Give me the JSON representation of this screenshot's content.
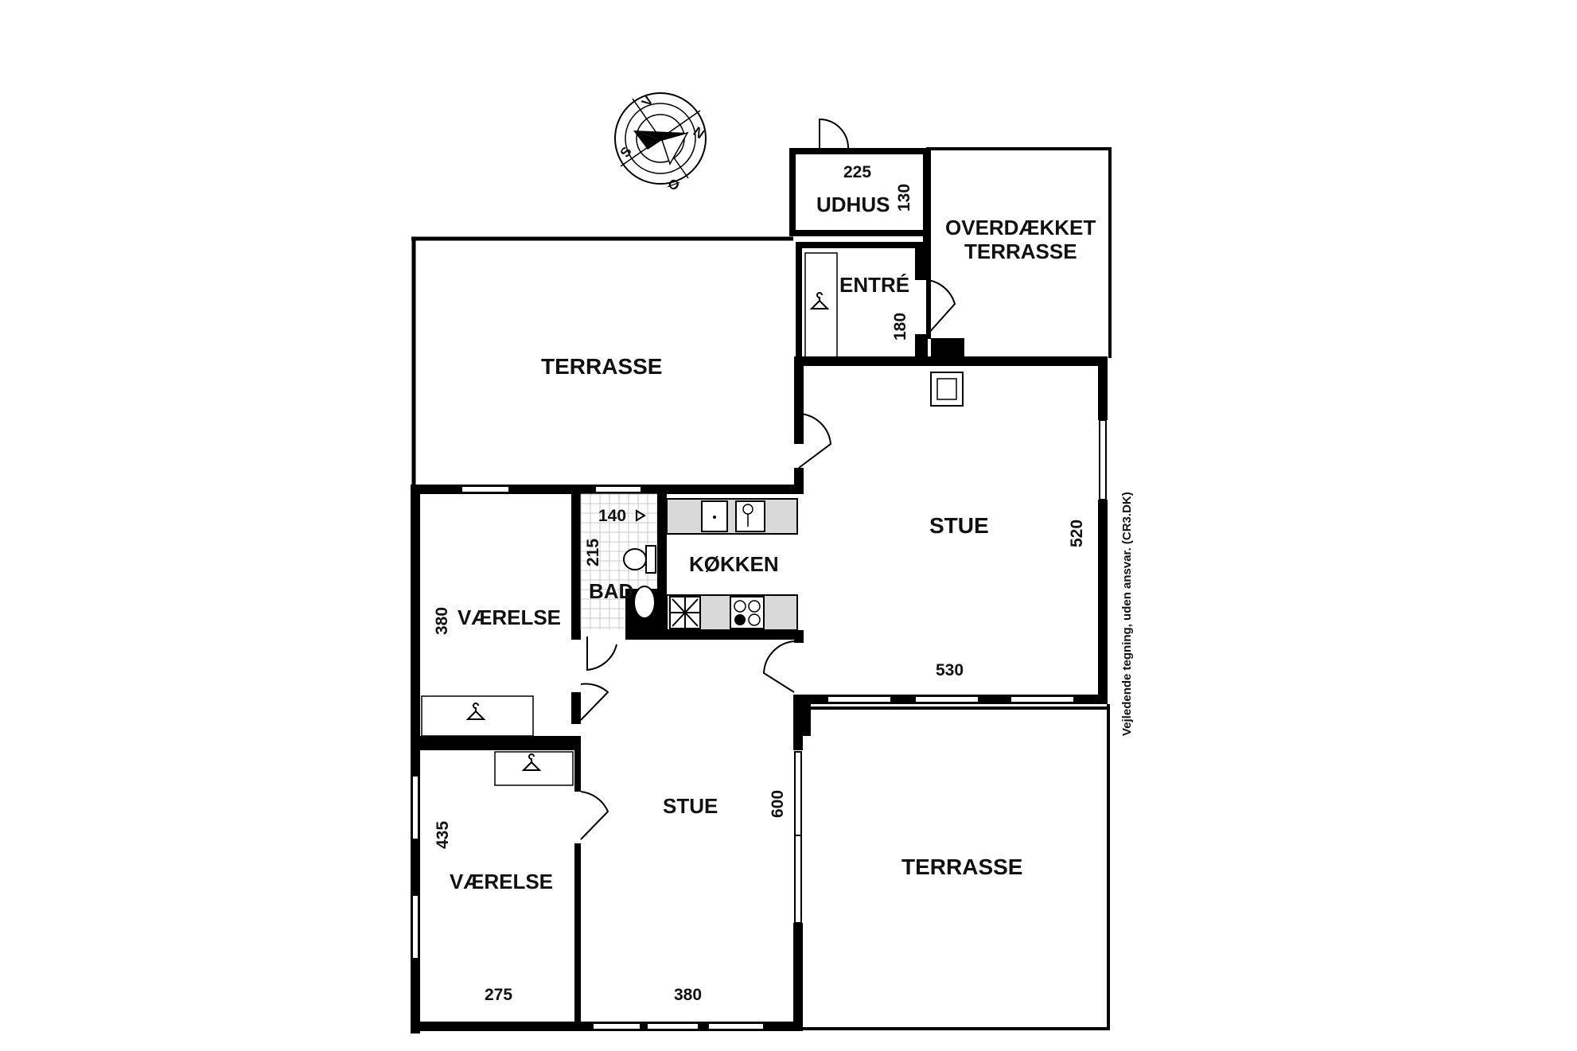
{
  "rooms": {
    "udhus": "UDHUS",
    "overdaekket_line1": "OVERDÆKKET",
    "overdaekket_line2": "TERRASSE",
    "entre": "ENTRÉ",
    "terrasse_top": "TERRASSE",
    "stue_main": "STUE",
    "koekken": "KØKKEN",
    "bad": "BAD",
    "vaerelse_top": "VÆRELSE",
    "vaerelse_bottom": "VÆRELSE",
    "stue_lower": "STUE",
    "terrasse_bottom": "TERRASSE"
  },
  "dimensions": {
    "udhus_w": "225",
    "udhus_h": "130",
    "entre_h": "180",
    "bad_w": "140",
    "bad_h": "215",
    "stue_main_h": "520",
    "stue_main_w": "530",
    "vaerelse_top_h": "380",
    "vaerelse_bottom_h": "435",
    "vaerelse_bottom_w": "275",
    "stue_lower_h": "600",
    "stue_lower_w": "380"
  },
  "compass": {
    "n": "N",
    "s": "S",
    "v": "V",
    "o": "Ø"
  },
  "disclaimer": "Vejledende tegning, uden ansvar. (CR3.DK)",
  "icons": [
    "compass-rose-icon",
    "toilet-icon",
    "sink-icon",
    "stove-icon",
    "fireplace-icon",
    "hanger-icon",
    "shower-icon",
    "tap-icon"
  ]
}
